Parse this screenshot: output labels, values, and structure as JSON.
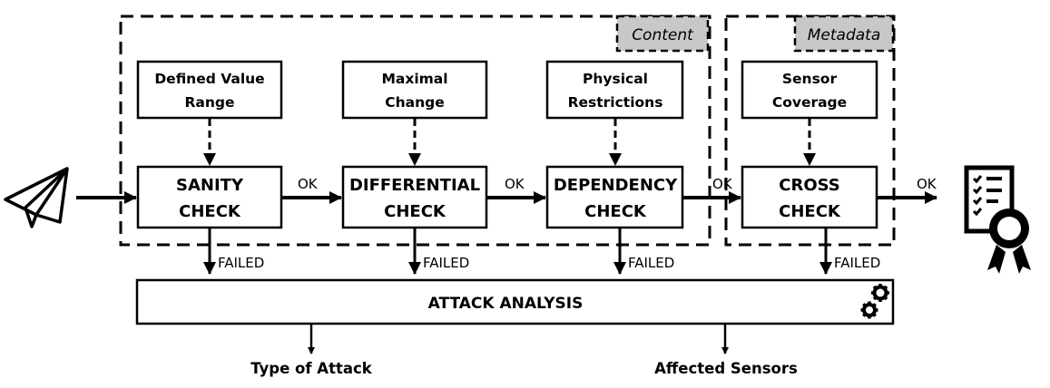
{
  "groups": {
    "content": {
      "label": "Content"
    },
    "metadata": {
      "label": "Metadata"
    }
  },
  "sources": [
    {
      "line1": "Defined Value",
      "line2": "Range"
    },
    {
      "line1": "Maximal",
      "line2": "Change"
    },
    {
      "line1": "Physical",
      "line2": "Restrictions"
    },
    {
      "line1": "Sensor",
      "line2": "Coverage"
    }
  ],
  "checks": [
    {
      "line1": "SANITY",
      "line2": "CHECK"
    },
    {
      "line1": "DIFFERENTIAL",
      "line2": "CHECK"
    },
    {
      "line1": "DEPENDENCY",
      "line2": "CHECK"
    },
    {
      "line1": "CROSS",
      "line2": "CHECK"
    }
  ],
  "flow": {
    "ok_label": "OK",
    "failed_label": "FAILED"
  },
  "analysis": {
    "label": "ATTACK ANALYSIS"
  },
  "outputs": [
    {
      "label": "Type of Attack"
    },
    {
      "label": "Affected Sensors"
    }
  ],
  "icons": {
    "input": "paper-plane-icon",
    "output": "certificate-icon",
    "analysis": "gears-icon"
  }
}
